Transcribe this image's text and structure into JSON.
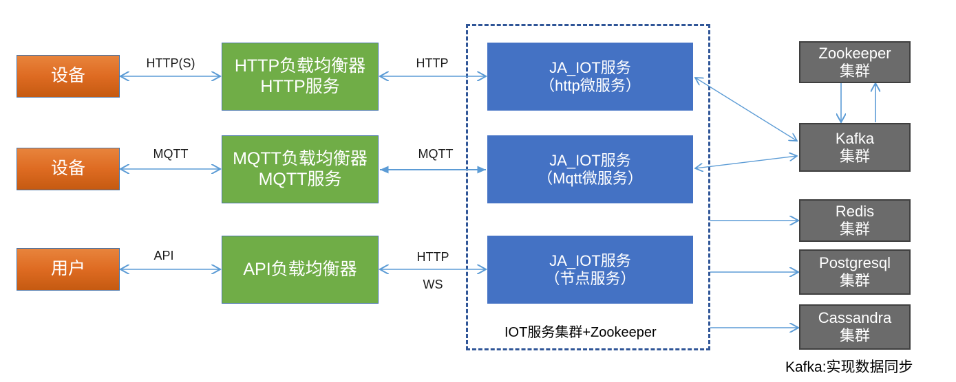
{
  "diagram": {
    "title_footnote": "Kafka:实现数据同步",
    "group_caption": "IOT服务集群+Zookeeper",
    "colors": {
      "endpoint_fill": "#DE6B22",
      "balancer_fill": "#70AD47",
      "service_fill": "#4472C4",
      "cluster_fill": "#6B6B6B",
      "cluster_border": "#3F3F3F",
      "box_border_blue": "#4472A8",
      "group_dash": "#2F5597",
      "arrow": "#5B9BD5",
      "text_light": "#FFFFFF",
      "text_dark": "#000000"
    }
  },
  "endpoints": [
    {
      "id": "device-http",
      "label": "设备"
    },
    {
      "id": "device-mqtt",
      "label": "设备"
    },
    {
      "id": "user-api",
      "label": "用户"
    }
  ],
  "balancers": [
    {
      "id": "http-lb",
      "line1": "HTTP负载均衡器",
      "line2": "HTTP服务"
    },
    {
      "id": "mqtt-lb",
      "line1": "MQTT负载均衡器",
      "line2": "MQTT服务"
    },
    {
      "id": "api-lb",
      "line1": "API负载均衡器",
      "line2": ""
    }
  ],
  "services": [
    {
      "id": "ja-iot-http",
      "line1": "JA_IOT服务",
      "line2": "（http微服务）"
    },
    {
      "id": "ja-iot-mqtt",
      "line1": "JA_IOT服务",
      "line2": "（Mqtt微服务）"
    },
    {
      "id": "ja-iot-node",
      "line1": "JA_IOT服务",
      "line2": "（节点服务）"
    }
  ],
  "clusters": [
    {
      "id": "zookeeper",
      "line1": "Zookeeper",
      "line2": "集群"
    },
    {
      "id": "kafka",
      "line1": "Kafka",
      "line2": "集群"
    },
    {
      "id": "redis",
      "line1": "Redis",
      "line2": "集群"
    },
    {
      "id": "postgresql",
      "line1": "Postgresql",
      "line2": "集群"
    },
    {
      "id": "cassandra",
      "line1": "Cassandra",
      "line2": "集群"
    }
  ],
  "edge_labels": [
    {
      "id": "device-to-httplb",
      "text": "HTTP(S)"
    },
    {
      "id": "httplb-to-service",
      "text": "HTTP"
    },
    {
      "id": "device-to-mqttlb",
      "text": "MQTT"
    },
    {
      "id": "mqttlb-to-service",
      "text": "MQTT"
    },
    {
      "id": "user-to-apilb",
      "text": "API"
    },
    {
      "id": "apilb-to-service-http",
      "text": "HTTP"
    },
    {
      "id": "apilb-to-service-ws",
      "text": "WS"
    }
  ]
}
